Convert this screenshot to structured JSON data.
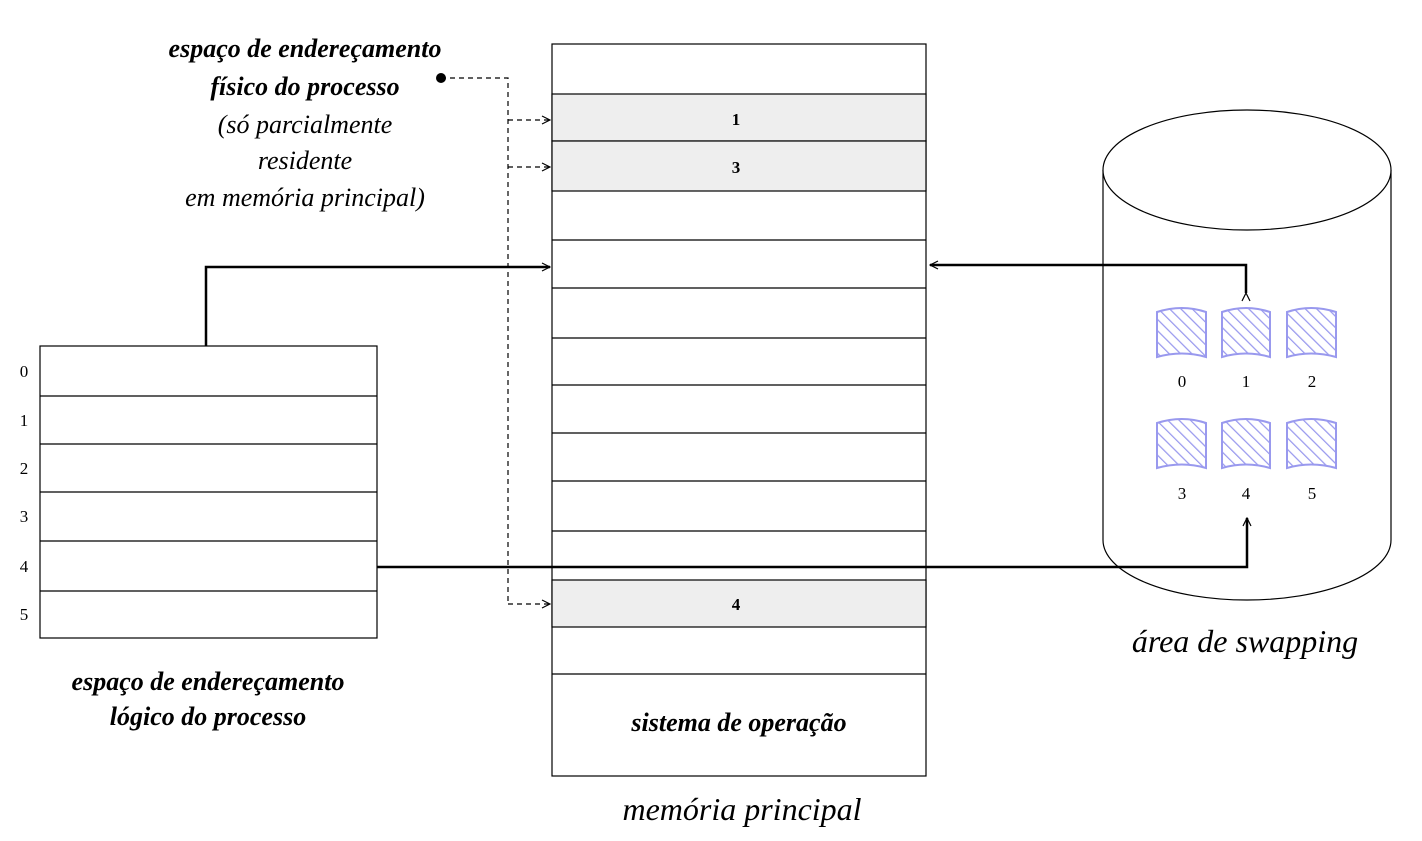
{
  "physical_space_label": {
    "bold_line1": "espaço de endereçamento",
    "bold_line2": "físico do processo",
    "line3": "(só parcialmente",
    "line4": "residente",
    "line5": "em memória principal)"
  },
  "logical_space": {
    "rows": [
      "0",
      "1",
      "2",
      "3",
      "4",
      "5"
    ],
    "caption_line1": "espaço de endereçamento",
    "caption_line2": "lógico do processo"
  },
  "main_memory": {
    "frame_labels": [
      "1",
      "3",
      "4"
    ],
    "os_label": "sistema de operação",
    "caption": "memória principal"
  },
  "swap_area": {
    "page_labels": [
      "0",
      "1",
      "2",
      "3",
      "4",
      "5"
    ],
    "caption": "área de swapping"
  },
  "colors": {
    "highlight_frame": "#eeeeee",
    "swap_page": "#9999ee",
    "line": "#000000"
  }
}
